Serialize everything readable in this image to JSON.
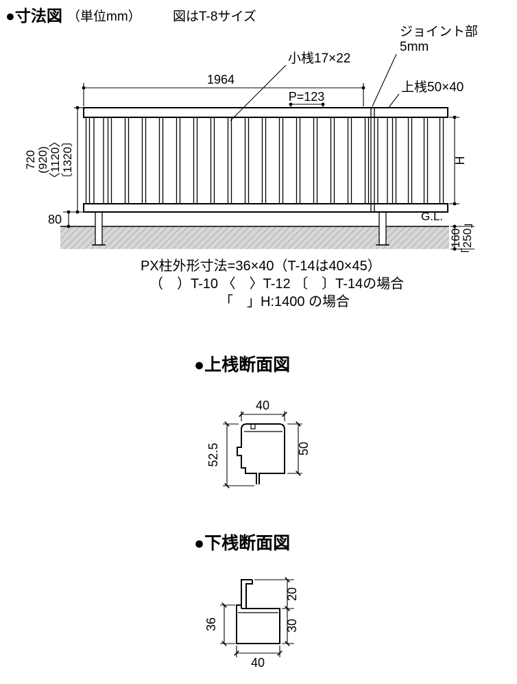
{
  "colors": {
    "ink": "#000000",
    "ground_fill": "#d7d7d7",
    "ground_stripe": "#b3b3b3"
  },
  "title": {
    "main": "●寸法図",
    "unit": "（単位mm）",
    "note": "図はT-8サイズ"
  },
  "fence": {
    "label_joint_line1": "ジョイント部",
    "label_joint_line2": "5mm",
    "label_kozan": "小桟17×22",
    "label_jozan": "上桟50×40",
    "dim_width": "1964",
    "dim_pitch": "P=123",
    "height_t8": "720",
    "height_t10": "(920)",
    "height_t12": "〈1120〉",
    "height_t14": "〔1320〕",
    "dim_bottom_gap": "80",
    "dim_height": "H",
    "ground_label": "G.L.",
    "dim_embed": "160",
    "dim_embed_alt": "「250」"
  },
  "notes": {
    "line1": "PX柱外形寸法=36×40（T-14は40×45）",
    "line2": "（　）T-10 〈　〉T-12 〔　〕T-14の場合",
    "line3": "「　」H:1400 の場合"
  },
  "top_rail_section": {
    "heading": "●上桟断面図",
    "dim_width": "40",
    "dim_height_left": "52.5",
    "dim_height_right": "50"
  },
  "bottom_rail_section": {
    "heading": "●下桟断面図",
    "dim_fin": "20",
    "dim_body_right": "30",
    "dim_body_left": "36",
    "dim_width": "40"
  }
}
